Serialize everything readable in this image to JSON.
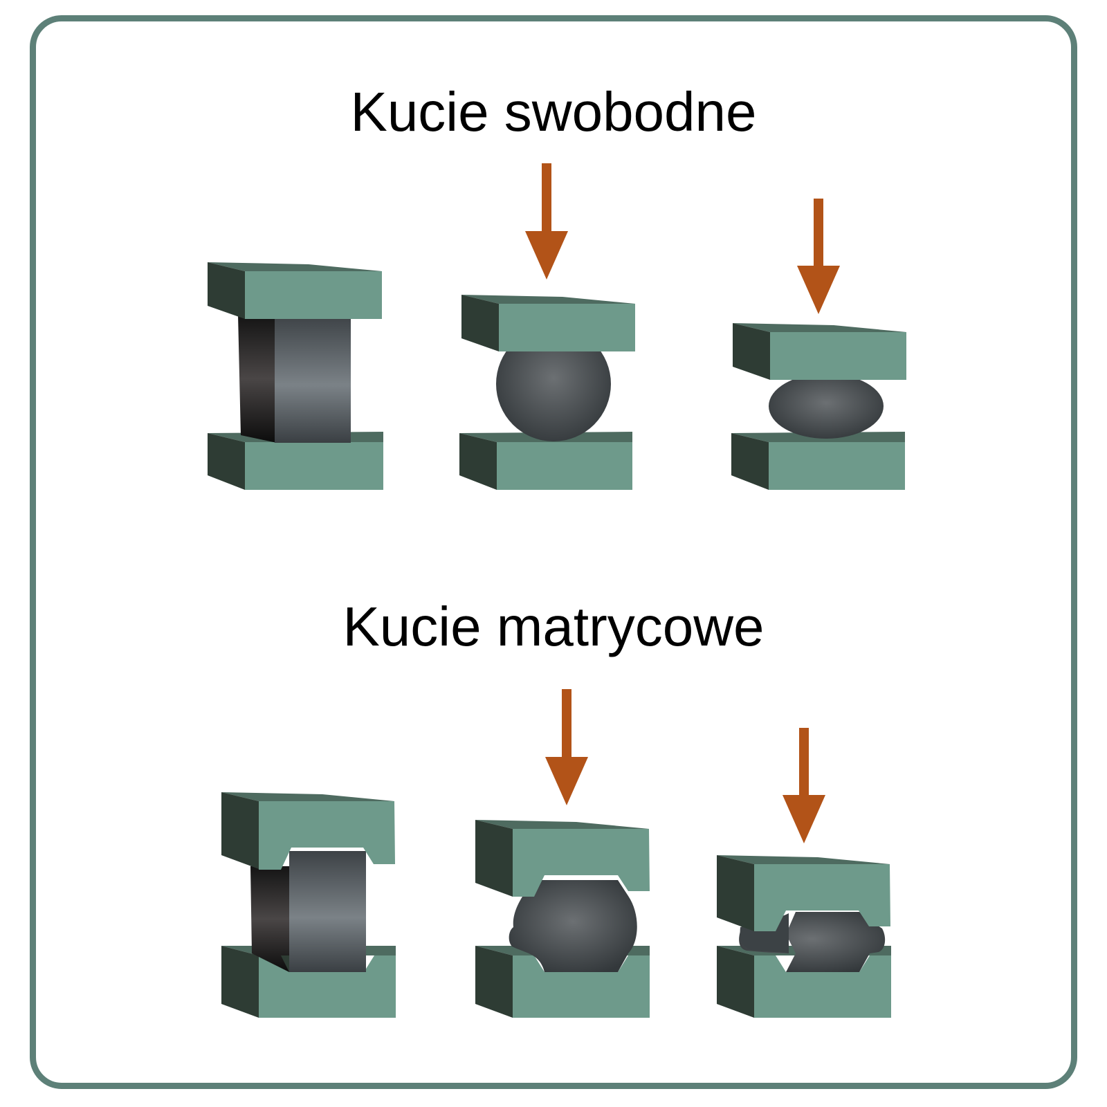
{
  "sections": [
    {
      "id": "free",
      "title": "Kucie swobodne"
    },
    {
      "id": "die",
      "title": "Kucie matrycowe"
    }
  ],
  "colors": {
    "frame": "#5d8078",
    "die_face": "#6e9a8b",
    "die_side": "#2e3c34",
    "die_top": "#4e6b60",
    "workpiece": "#4a5054",
    "arrow": "#b25318"
  },
  "icons": [
    "force-arrow-icon"
  ]
}
